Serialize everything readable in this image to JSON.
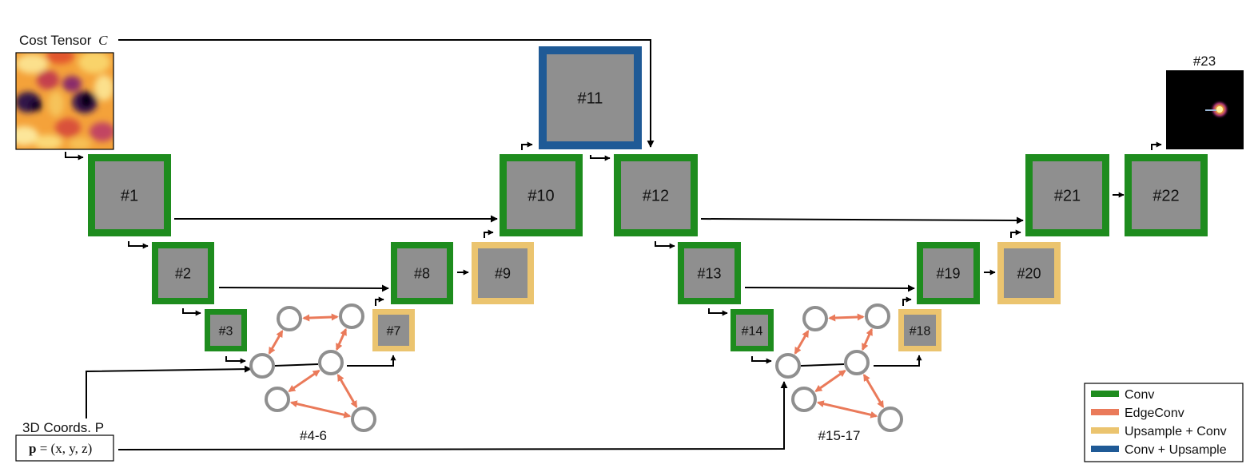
{
  "colors": {
    "conv": "#1e8c1e",
    "edgeconv": "#ea7a5a",
    "upsample_conv": "#ebc46f",
    "conv_upsample": "#1f5a96",
    "block_fill": "#8f8f8f",
    "node": "#8f8f8f",
    "arrow": "#000000"
  },
  "inputs": {
    "cost_tensor_label": "Cost Tensor",
    "cost_tensor_symbol": "C",
    "coords_label": "3D Coords. P",
    "coords_formula_lhs": "p",
    "coords_formula_rhs": " = (x, y, z)"
  },
  "blocks": [
    {
      "id": "#1",
      "kind": "conv"
    },
    {
      "id": "#2",
      "kind": "conv"
    },
    {
      "id": "#3",
      "kind": "conv"
    },
    {
      "id": "#7",
      "kind": "upsample_conv"
    },
    {
      "id": "#8",
      "kind": "conv"
    },
    {
      "id": "#9",
      "kind": "upsample_conv"
    },
    {
      "id": "#10",
      "kind": "conv"
    },
    {
      "id": "#11",
      "kind": "conv_upsample"
    },
    {
      "id": "#12",
      "kind": "conv"
    },
    {
      "id": "#13",
      "kind": "conv"
    },
    {
      "id": "#14",
      "kind": "conv"
    },
    {
      "id": "#18",
      "kind": "upsample_conv"
    },
    {
      "id": "#19",
      "kind": "conv"
    },
    {
      "id": "#20",
      "kind": "upsample_conv"
    },
    {
      "id": "#21",
      "kind": "conv"
    },
    {
      "id": "#22",
      "kind": "conv"
    }
  ],
  "graph_labels": [
    "#4-6",
    "#15-17"
  ],
  "output_label": "#23",
  "legend": [
    {
      "label": "Conv",
      "kind": "conv"
    },
    {
      "label": "EdgeConv",
      "kind": "edgeconv"
    },
    {
      "label": "Upsample + Conv",
      "kind": "upsample_conv"
    },
    {
      "label": "Conv + Upsample",
      "kind": "conv_upsample"
    }
  ]
}
